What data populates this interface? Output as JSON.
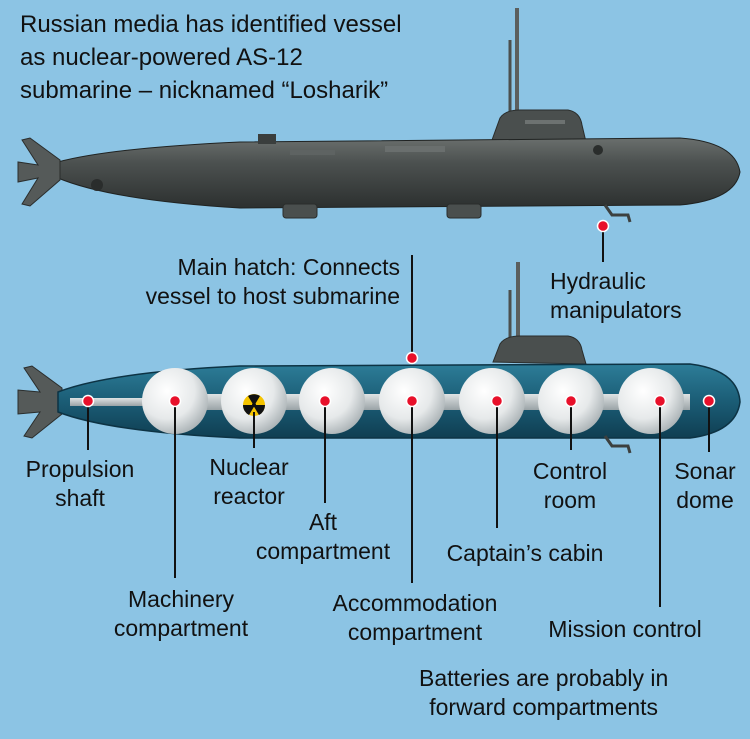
{
  "headline": {
    "line1": "Russian media has identified vessel",
    "line2": "as nuclear-powered AS-12",
    "line3": "submarine – nicknamed “Losharik”"
  },
  "labels": {
    "main_hatch": {
      "line1": "Main hatch: Connects",
      "line2": "vessel to host submarine"
    },
    "hydraulic": {
      "line1": "Hydraulic",
      "line2": "manipulators"
    },
    "propulsion": {
      "line1": "Propulsion",
      "line2": "shaft"
    },
    "reactor": {
      "line1": "Nuclear",
      "line2": "reactor"
    },
    "aft": {
      "line1": "Aft",
      "line2": "compartment"
    },
    "control": {
      "line1": "Control",
      "line2": "room"
    },
    "sonar": {
      "line1": "Sonar",
      "line2": "dome"
    },
    "captain": {
      "line1": "Captain’s cabin"
    },
    "machinery": {
      "line1": "Machinery",
      "line2": "compartment"
    },
    "accommodation": {
      "line1": "Accommodation",
      "line2": "compartment"
    },
    "mission": {
      "line1": "Mission control"
    }
  },
  "footnote": {
    "line1": "Batteries are probably in",
    "line2": "forward compartments"
  },
  "colors": {
    "background": "#8cc4e4",
    "marker": "#e8102a",
    "hull_dark": "#3b3f3e",
    "cutaway": "#1e5f78",
    "sphere": "#f2f4f4",
    "reactor_symbol": "#f5c400"
  },
  "icons": [
    "radiation-symbol-icon"
  ]
}
